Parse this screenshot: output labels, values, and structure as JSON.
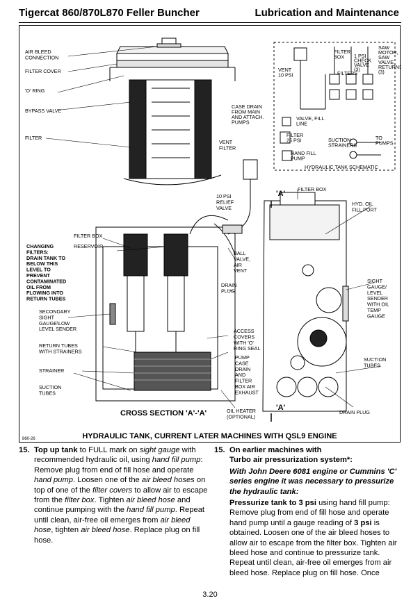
{
  "header": {
    "left": "Tigercat 860/870L870 Feller Buncher",
    "right": "Lubrication and Maintenance"
  },
  "figure": {
    "caption": "HYDRAULIC TANK, CURRENT LATER MACHINES WITH QSL9 ENGINE",
    "code": "860-26",
    "cross_section": "CROSS SECTION 'A'-'A'",
    "section_mark_top": "'A'",
    "section_mark_bottom": "'A'",
    "labels": {
      "air_bleed": [
        "AIR BLEED",
        "CONNECTION"
      ],
      "filter_cover": "FILTER COVER",
      "o_ring": "'O' RING",
      "bypass_valve": "BYPASS VALVE",
      "filter": "FILTER",
      "vent_filter": [
        "VENT",
        "FILTER"
      ],
      "relief_valve": [
        "10 PSI",
        "RELIEF",
        "VALVE"
      ],
      "changing_filters": [
        "CHANGING",
        "FILTERS:",
        "DRAIN TANK TO",
        "BELOW THIS",
        "LEVEL TO",
        "PREVENT",
        "CONTAMINATED",
        "OIL FROM",
        "FLOWING INTO",
        "RETURN TUBES"
      ],
      "filter_box": "FILTER BOX",
      "reservoir": "RESERVOIR",
      "ball_valve": [
        "BALL",
        "VALVE,",
        "AIR",
        "VENT"
      ],
      "drain_plug": [
        "DRAIN",
        "PLUG"
      ],
      "secondary_gauge": [
        "SECONDARY",
        "SIGHT",
        "GAUGE\\LOW",
        "LEVEL SENDER"
      ],
      "return_tubes": [
        "RETURN TUBES",
        "WITH STRAINERS"
      ],
      "strainer": "STRAINER",
      "suction_tubes_left": [
        "SUCTION",
        "TUBES"
      ],
      "access_covers": [
        "ACCESS",
        "COVERS",
        "WITH 'O'",
        "RING SEAL"
      ],
      "pump_case_drain": [
        "PUMP",
        "CASE",
        "DRAIN",
        "AND",
        "FILTER",
        "BOX AIR",
        "EXHAUST"
      ],
      "oil_heater": [
        "OIL HEATER",
        "(OPTIONAL)"
      ],
      "filter_box_right": "FILTER BOX",
      "hyd_oil_fill": [
        "HYD. OIL",
        "FILL PORT"
      ],
      "sight_gauge": [
        "SIGHT",
        "GAUGE/",
        "LEVEL",
        "SENDER",
        "WITH OIL",
        "TEMP",
        "GAUGE"
      ],
      "suction_tubes_right": [
        "SUCTION",
        "TUBES"
      ],
      "drain_plug_right": "DRAIN PLUG"
    },
    "schematic": {
      "filter_box": [
        "FILTER",
        "BOX"
      ],
      "check_valve": [
        "1 PSI",
        "CHECK",
        "VALVE",
        "(3)"
      ],
      "saw_returns": [
        "SAW",
        "MOTOR,",
        "SAW",
        "VALVE",
        "RETURNS",
        "(3)"
      ],
      "vent": [
        "VENT",
        "10 PSI"
      ],
      "filters": "FILTERS",
      "case_drain": [
        "CASE DRAIN",
        "FROM MAIN",
        "AND ATTACH.",
        "PUMPS"
      ],
      "valve_fill": [
        "VALVE, FILL",
        "LINE"
      ],
      "filter_25": [
        "FILTER",
        "25 PSI"
      ],
      "hand_pump": [
        "HAND FILL",
        "PUMP"
      ],
      "suction_strainers": [
        "SUCTION",
        "STRAINERS"
      ],
      "to_pumps": [
        "TO",
        "PUMPS"
      ],
      "title": "HYDRAULIC TANK SCHEMATIC"
    }
  },
  "text": {
    "step15a_num": "15.",
    "step15b_num": "15.",
    "page_number": "3.20"
  }
}
